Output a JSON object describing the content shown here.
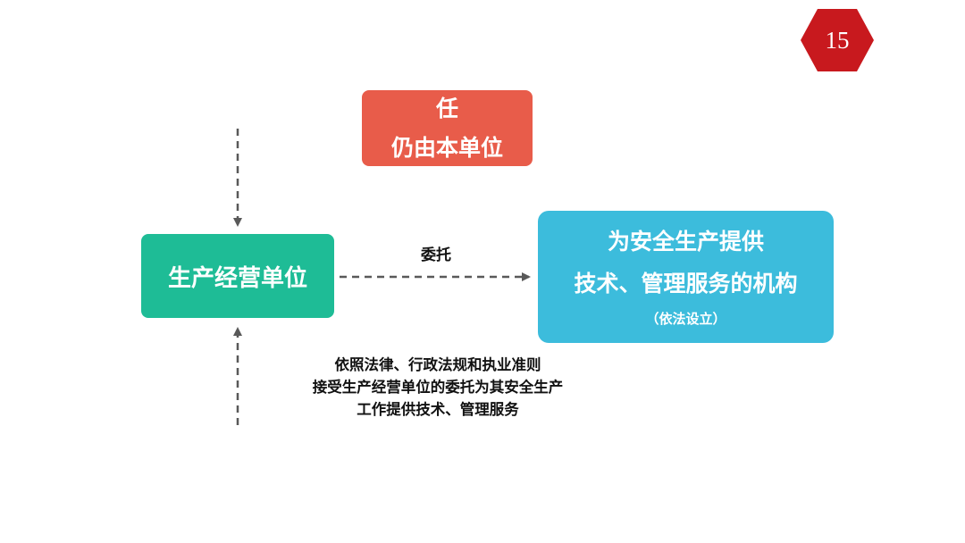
{
  "page": {
    "number": "15"
  },
  "boxes": {
    "responsibility": {
      "line1": "任",
      "line2": "仍由本单位",
      "color": "#e85c4a"
    },
    "unit": {
      "label": "生产经营单位",
      "color": "#1ebc96"
    },
    "agency": {
      "line1": "为安全生产提供",
      "line2": "技术、管理服务的机构",
      "line3": "（依法设立）",
      "color": "#3cbcdc"
    }
  },
  "edges": {
    "entrust_label": "委托"
  },
  "notes": {
    "basis_line1": "依照法律、行政法规和执业准则",
    "basis_line2": "接受生产经营单位的委托为其安全生产",
    "basis_line3": "工作提供技术、管理服务"
  },
  "colors": {
    "badge": "#c8191e",
    "arrow": "#595959"
  }
}
